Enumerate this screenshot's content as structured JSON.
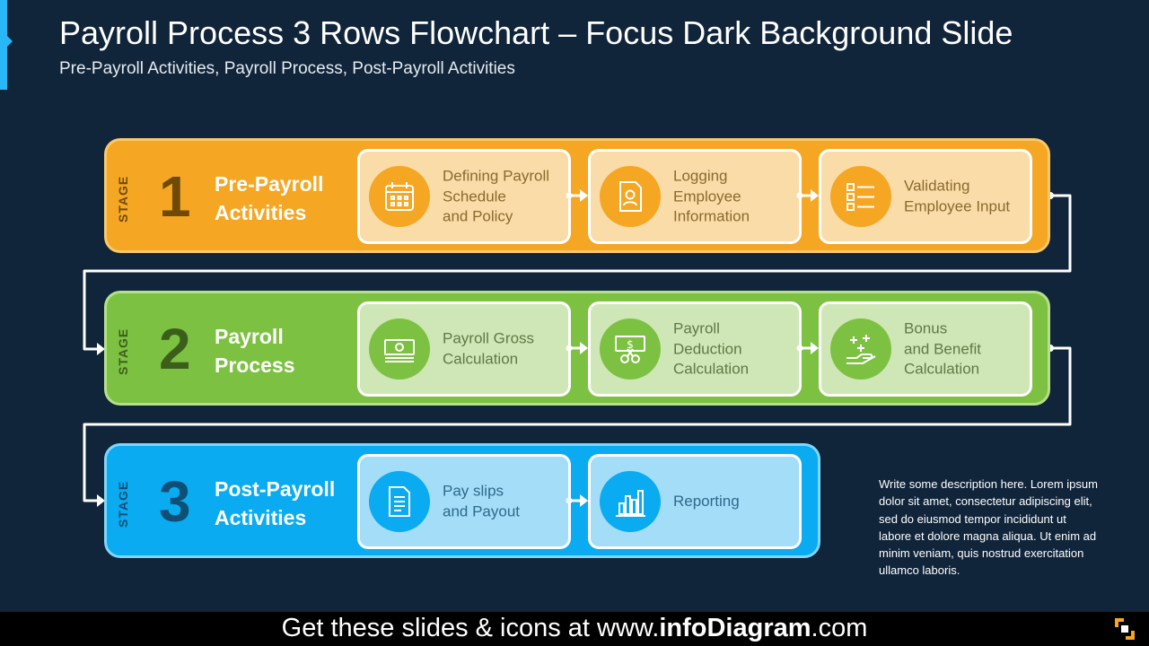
{
  "header": {
    "title": "Payroll Process 3 Rows Flowchart – Focus Dark Background Slide",
    "subtitle": "Pre-Payroll Activities, Payroll Process, Post-Payroll Activities"
  },
  "stage_word": "STAGE",
  "stages": [
    {
      "number": "1",
      "title": "Pre-Payroll Activities",
      "color": "#f5a623",
      "steps": [
        {
          "label": "Defining Payroll\nSchedule\nand Policy",
          "icon": "calendar-icon"
        },
        {
          "label": "Logging\nEmployee\nInformation",
          "icon": "employee-document-icon"
        },
        {
          "label": "Validating\nEmployee Input",
          "icon": "checklist-icon"
        }
      ]
    },
    {
      "number": "2",
      "title": "Payroll Process",
      "color": "#7dc142",
      "steps": [
        {
          "label": "Payroll  Gross\nCalculation",
          "icon": "banknotes-icon"
        },
        {
          "label": "Payroll\nDeduction\nCalculation",
          "icon": "cut-money-icon"
        },
        {
          "label": "Bonus\nand Benefit\nCalculation",
          "icon": "hand-plus-icon"
        }
      ]
    },
    {
      "number": "3",
      "title": "Post-Payroll Activities",
      "color": "#0aabf0",
      "steps": [
        {
          "label": "Pay slips\nand Payout",
          "icon": "payslip-icon"
        },
        {
          "label": "Reporting",
          "icon": "bar-chart-icon"
        }
      ]
    }
  ],
  "description": "Write some description here. Lorem ipsum dolor sit amet, consectetur adipiscing elit, sed do eiusmod tempor incididunt ut labore et dolore magna aliqua. Ut enim ad minim veniam, quis nostrud exercitation ullamco laboris.",
  "footer": {
    "prefix": "Get these slides & icons at www.",
    "brand": "infoDiagram",
    "suffix": ".com"
  }
}
